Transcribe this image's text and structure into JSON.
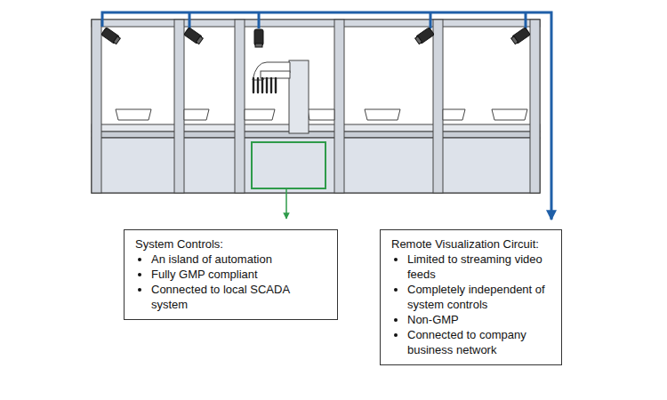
{
  "diagram": {
    "nodes": [
      {
        "text": [
          "System Controls:",
          "An island of automation",
          "Fully GMP compliant",
          "Connected to local SCADA system"
        ]
      },
      {
        "text": [
          "Remote Visualization Circuit:",
          "Limited to streaming video feeds",
          "Completely independent of system controls",
          "Non-GMP",
          "Connected to company business network"
        ]
      }
    ]
  }
}
